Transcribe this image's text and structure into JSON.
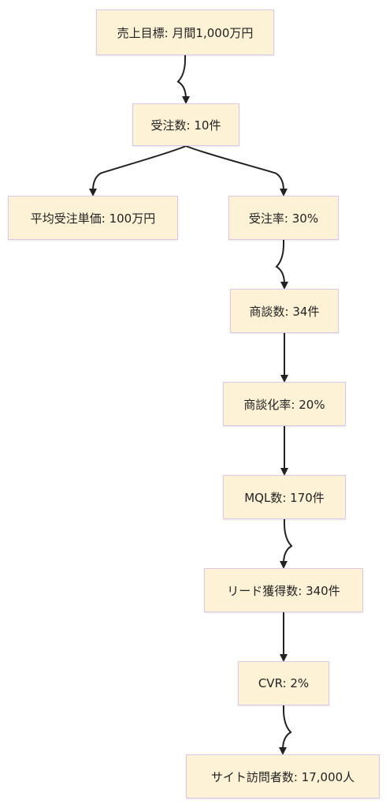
{
  "colors": {
    "node_fill": "#fdf2d6",
    "node_border": "#d9c8e6",
    "edge": "#222222",
    "text": "#222222"
  },
  "nodes": {
    "sales_target": "売上目標: 月間1,000万円",
    "orders": "受注数: 10件",
    "avg_unit_price": "平均受注単価: 100万円",
    "close_rate": "受注率: 30%",
    "meetings": "商談数: 34件",
    "meeting_conversion": "商談化率: 20%",
    "mql": "MQL数: 170件",
    "leads": "リード獲得数: 340件",
    "cvr": "CVR: 2%",
    "site_visitors": "サイト訪問者数: 17,000人"
  },
  "edges": [
    [
      "sales_target",
      "orders"
    ],
    [
      "orders",
      "avg_unit_price"
    ],
    [
      "orders",
      "close_rate"
    ],
    [
      "close_rate",
      "meetings"
    ],
    [
      "meetings",
      "meeting_conversion"
    ],
    [
      "meeting_conversion",
      "mql"
    ],
    [
      "mql",
      "leads"
    ],
    [
      "leads",
      "cvr"
    ],
    [
      "cvr",
      "site_visitors"
    ]
  ]
}
